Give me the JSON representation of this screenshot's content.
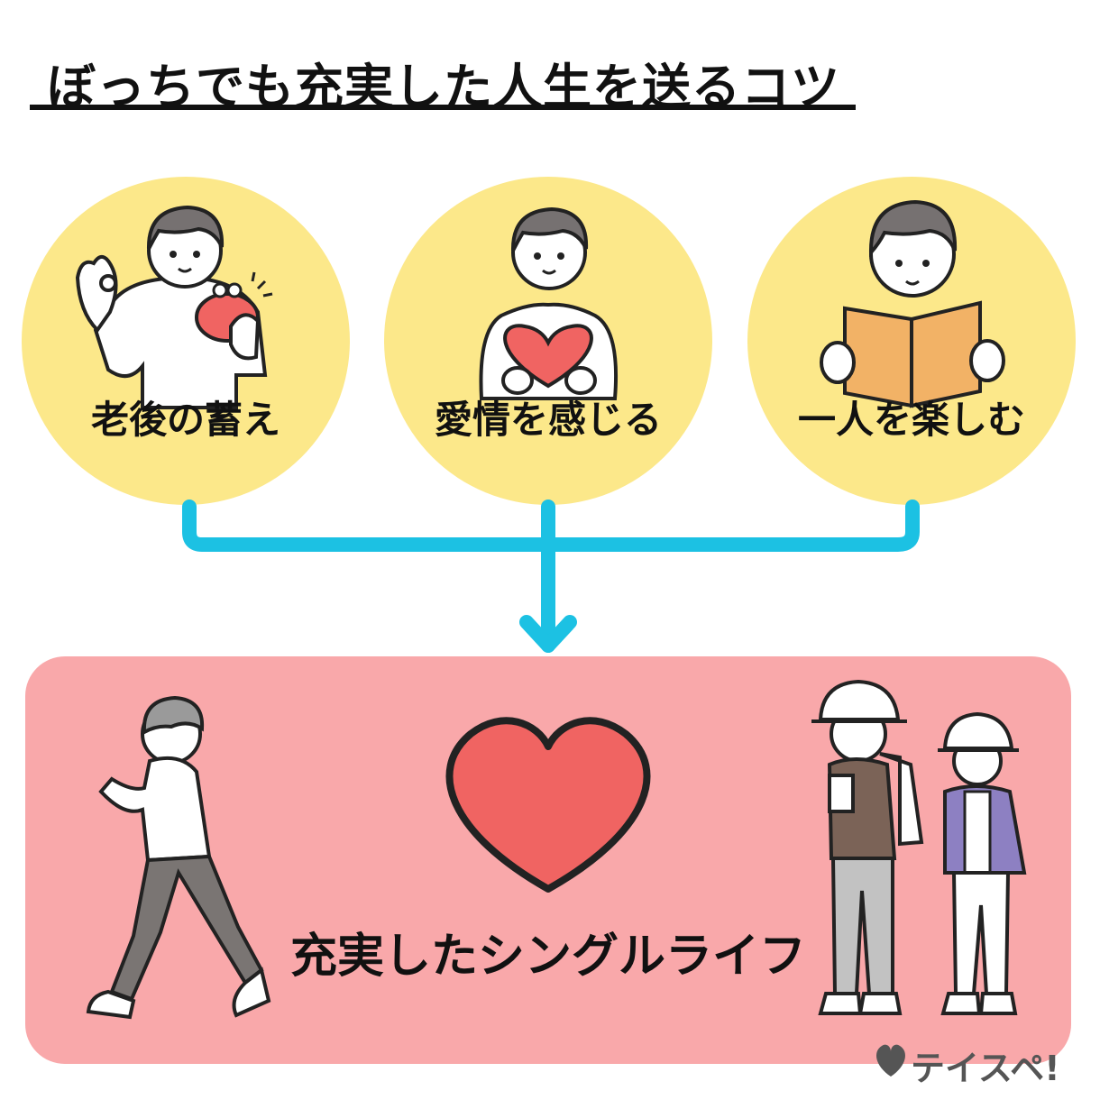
{
  "title": "ぼっちでも充実した人生を送るコツ",
  "tips": [
    {
      "label": "老後の蓄え",
      "icon": "person-with-coin-purse-icon"
    },
    {
      "label": "愛情を感じる",
      "icon": "person-holding-heart-icon"
    },
    {
      "label": "一人を楽しむ",
      "icon": "person-reading-book-icon"
    }
  ],
  "result": {
    "label": "充実したシングルライフ",
    "icon": "heart-icon"
  },
  "logo": {
    "text": "テイスペ!"
  },
  "colors": {
    "circle_fill": "#fce88a",
    "connector": "#1cc1e3",
    "result_box": "#f9a8aa",
    "heart": "#f06462"
  }
}
